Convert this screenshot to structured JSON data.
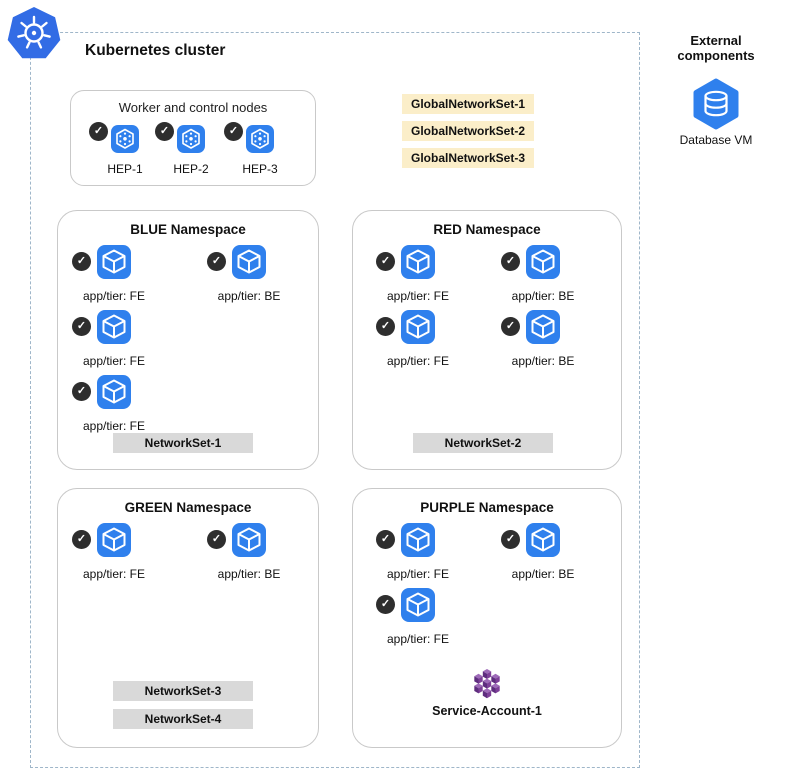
{
  "icons": {
    "check": "✓"
  },
  "colors": {
    "k8s_blue": "#326ce5",
    "pod_blue": "#2f80ed",
    "badge_black": "#2e2e2e",
    "global_network_set_bg": "#fbeec9",
    "network_set_bg": "#d9d9d9",
    "service_account_purple": "#7d3f98"
  },
  "cluster": {
    "title": "Kubernetes cluster"
  },
  "worker_box": {
    "title": "Worker and control nodes",
    "nodes": [
      {
        "label": "HEP-1"
      },
      {
        "label": "HEP-2"
      },
      {
        "label": "HEP-3"
      }
    ]
  },
  "global_network_sets": [
    {
      "label": "GlobalNetworkSet-1"
    },
    {
      "label": "GlobalNetworkSet-2"
    },
    {
      "label": "GlobalNetworkSet-3"
    }
  ],
  "namespaces": {
    "blue": {
      "title": "BLUE Namespace",
      "pods": [
        {
          "label": "app/tier: FE"
        },
        {
          "label": "app/tier: BE"
        },
        {
          "label": "app/tier: FE"
        },
        {
          "label": "app/tier: FE"
        }
      ],
      "network_sets": [
        {
          "label": "NetworkSet-1"
        }
      ]
    },
    "red": {
      "title": "RED Namespace",
      "pods": [
        {
          "label": "app/tier: FE"
        },
        {
          "label": "app/tier: BE"
        },
        {
          "label": "app/tier: FE"
        },
        {
          "label": "app/tier: BE"
        }
      ],
      "network_sets": [
        {
          "label": "NetworkSet-2"
        }
      ]
    },
    "green": {
      "title": "GREEN Namespace",
      "pods": [
        {
          "label": "app/tier: FE"
        },
        {
          "label": "app/tier: BE"
        }
      ],
      "network_sets": [
        {
          "label": "NetworkSet-3"
        },
        {
          "label": "NetworkSet-4"
        }
      ]
    },
    "purple": {
      "title": "PURPLE Namespace",
      "pods": [
        {
          "label": "app/tier: FE"
        },
        {
          "label": "app/tier: BE"
        },
        {
          "label": "app/tier: FE"
        }
      ],
      "service_account": {
        "label": "Service-Account-1"
      }
    }
  },
  "external": {
    "title": "External components",
    "database_vm": {
      "label": "Database VM"
    }
  }
}
